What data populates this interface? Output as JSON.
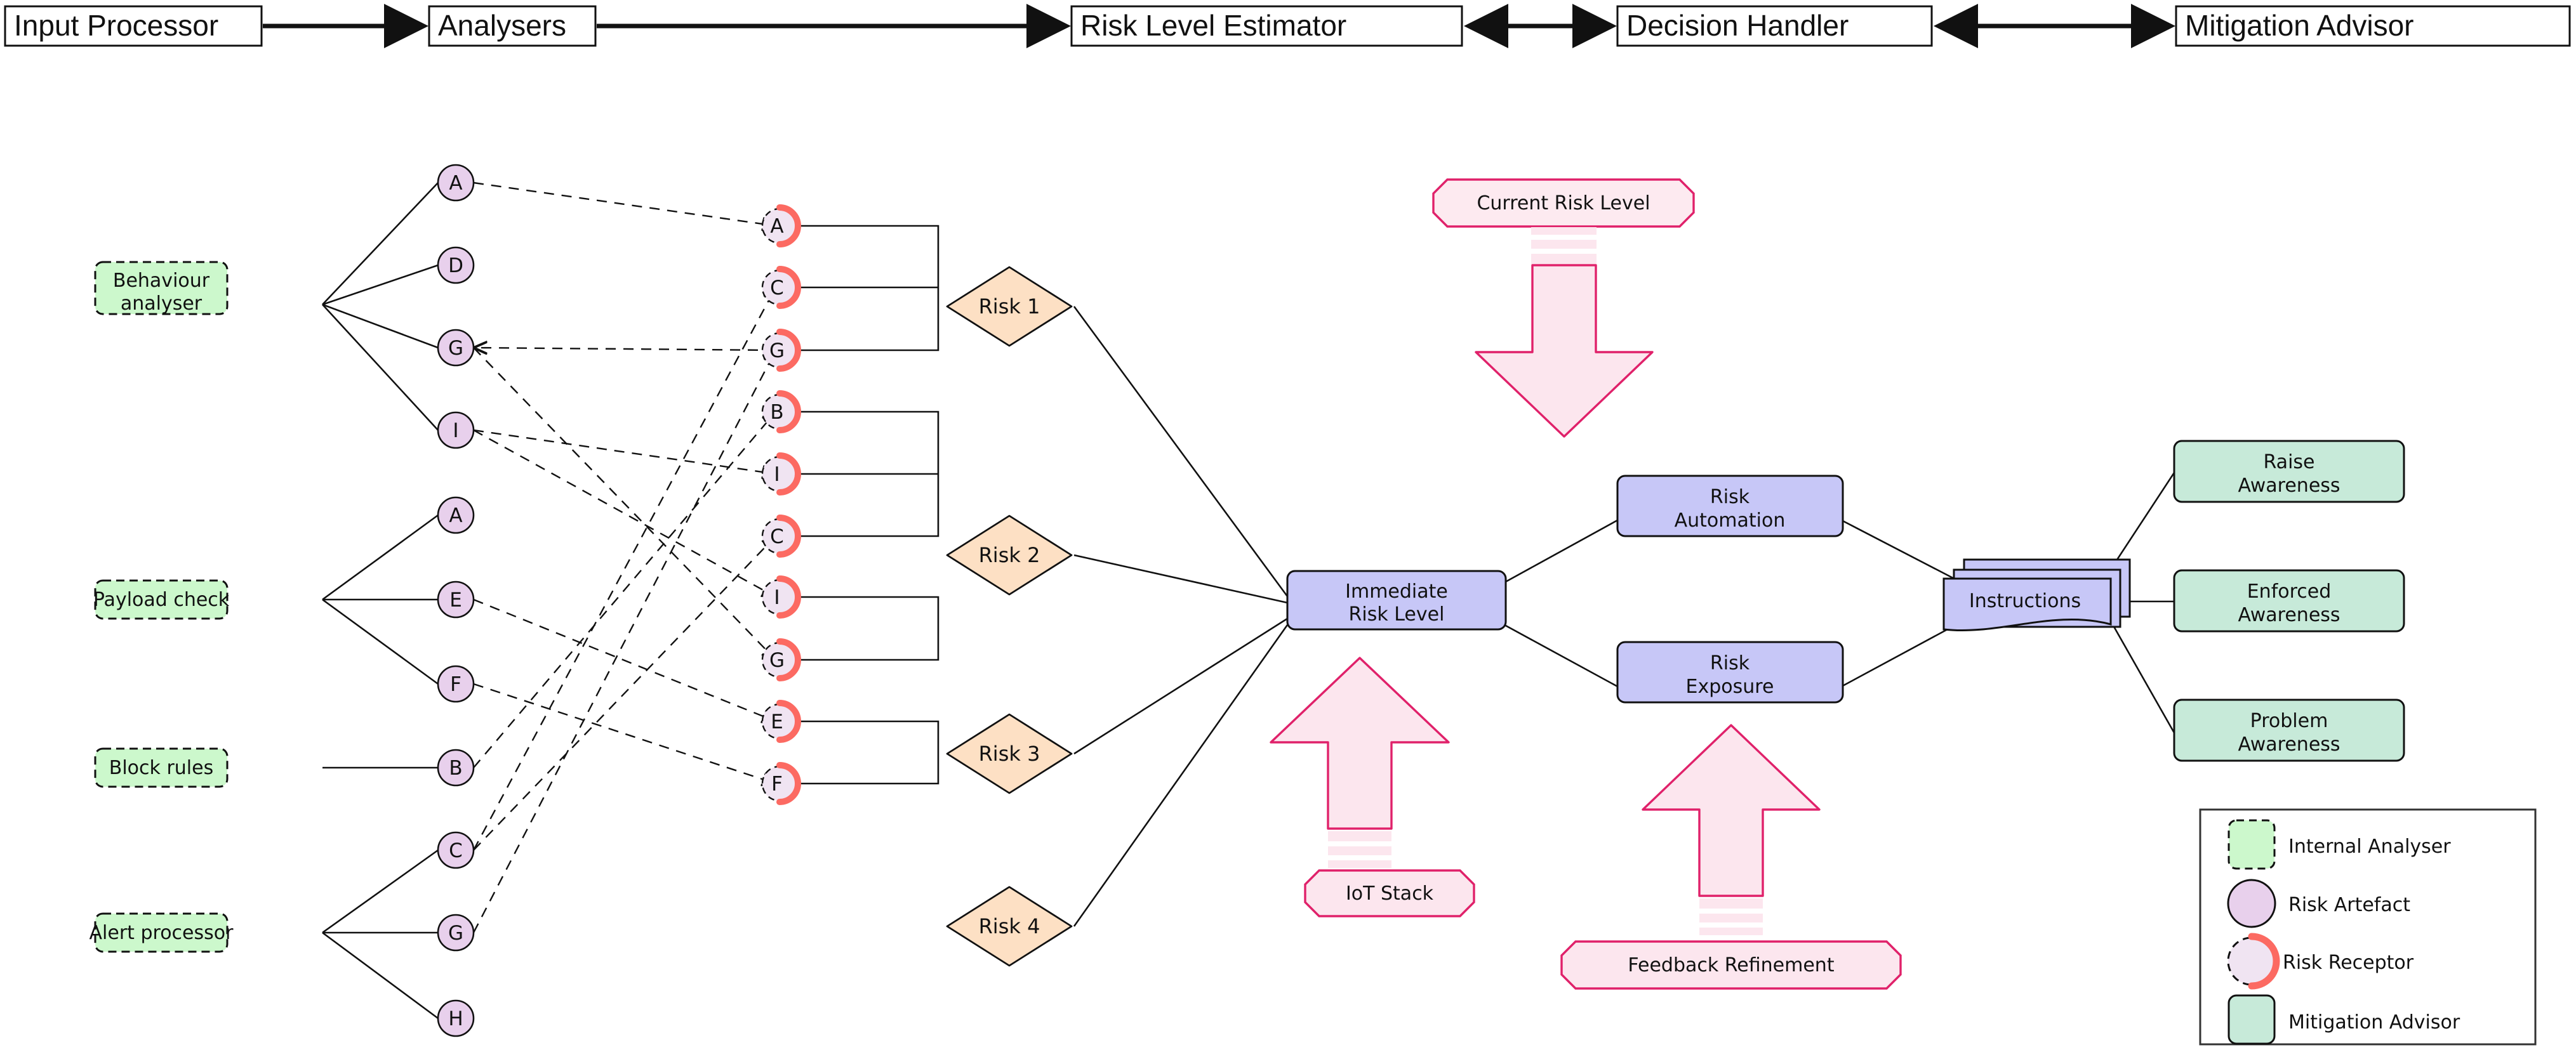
{
  "pipeline": {
    "stages": [
      {
        "id": "input-processor",
        "label": "Input Processor"
      },
      {
        "id": "analysers",
        "label": "Analysers"
      },
      {
        "id": "risk-level-estimator",
        "label": "Risk Level Estimator"
      },
      {
        "id": "decision-handler",
        "label": "Decision Handler"
      },
      {
        "id": "mitigation-advisor",
        "label": "Mitigation Advisor"
      }
    ],
    "connectors": [
      {
        "from": "input-processor",
        "to": "analysers",
        "style": "single"
      },
      {
        "from": "analysers",
        "to": "risk-level-estimator",
        "style": "single"
      },
      {
        "from": "risk-level-estimator",
        "to": "decision-handler",
        "style": "double"
      },
      {
        "from": "decision-handler",
        "to": "mitigation-advisor",
        "style": "double"
      }
    ]
  },
  "analysers": [
    {
      "id": "behaviour-analyser",
      "label": "Behaviour\nanalyser",
      "line1": "Behaviour",
      "line2": "analyser"
    },
    {
      "id": "payload-check",
      "label": "Payload check",
      "line1": "Payload check",
      "line2": ""
    },
    {
      "id": "block-rules",
      "label": "Block rules",
      "line1": "Block rules",
      "line2": ""
    },
    {
      "id": "alert-processor",
      "label": "Alert processor",
      "line1": "Alert processor",
      "line2": ""
    }
  ],
  "artefacts": [
    {
      "id": "artefact-a1",
      "label": "A",
      "source": "behaviour-analyser"
    },
    {
      "id": "artefact-d",
      "label": "D",
      "source": "behaviour-analyser"
    },
    {
      "id": "artefact-g1",
      "label": "G",
      "source": "behaviour-analyser"
    },
    {
      "id": "artefact-i",
      "label": "I",
      "source": "behaviour-analyser"
    },
    {
      "id": "artefact-a2",
      "label": "A",
      "source": "payload-check"
    },
    {
      "id": "artefact-e",
      "label": "E",
      "source": "payload-check"
    },
    {
      "id": "artefact-f",
      "label": "F",
      "source": "payload-check"
    },
    {
      "id": "artefact-b",
      "label": "B",
      "source": "block-rules"
    },
    {
      "id": "artefact-c",
      "label": "C",
      "source": "alert-processor"
    },
    {
      "id": "artefact-g2",
      "label": "G",
      "source": "alert-processor"
    },
    {
      "id": "artefact-h",
      "label": "H",
      "source": "alert-processor"
    }
  ],
  "receptors": [
    {
      "id": "receptor-a",
      "label": "A",
      "risk": "risk-1"
    },
    {
      "id": "receptor-c1",
      "label": "C",
      "risk": "risk-1"
    },
    {
      "id": "receptor-g1",
      "label": "G",
      "risk": "risk-1"
    },
    {
      "id": "receptor-b",
      "label": "B",
      "risk": "risk-2"
    },
    {
      "id": "receptor-i1",
      "label": "I",
      "risk": "risk-2"
    },
    {
      "id": "receptor-c2",
      "label": "C",
      "risk": "risk-2"
    },
    {
      "id": "receptor-i2",
      "label": "I",
      "risk": "risk-3"
    },
    {
      "id": "receptor-g2",
      "label": "G",
      "risk": "risk-3"
    },
    {
      "id": "receptor-e",
      "label": "E",
      "risk": "risk-4"
    },
    {
      "id": "receptor-f",
      "label": "F",
      "risk": "risk-4"
    }
  ],
  "risks": [
    {
      "id": "risk-1",
      "label": "Risk 1"
    },
    {
      "id": "risk-2",
      "label": "Risk 2"
    },
    {
      "id": "risk-3",
      "label": "Risk 3"
    },
    {
      "id": "risk-4",
      "label": "Risk 4"
    }
  ],
  "estimator": {
    "immediate_risk_level": {
      "line1": "Immediate",
      "line2": "Risk Level"
    },
    "current_risk_level": "Current Risk Level",
    "iot_stack": "IoT Stack",
    "feedback_refinement": "Feedback Refinement"
  },
  "decision": {
    "risk_automation": {
      "line1": "Risk",
      "line2": "Automation"
    },
    "risk_exposure": {
      "line1": "Risk",
      "line2": "Exposure"
    },
    "instructions": "Instructions"
  },
  "mitigation": [
    {
      "id": "raise-awareness",
      "line1": "Raise",
      "line2": "Awareness"
    },
    {
      "id": "enforced-awareness",
      "line1": "Enforced",
      "line2": "Awareness"
    },
    {
      "id": "problem-awareness",
      "line1": "Problem",
      "line2": "Awareness"
    }
  ],
  "legend": {
    "items": [
      {
        "id": "legend-internal-analyser",
        "label": "Internal Analyser",
        "swatch": "dashed-green-rect"
      },
      {
        "id": "legend-risk-artefact",
        "label": "Risk Artefact",
        "swatch": "purple-circle"
      },
      {
        "id": "legend-risk-receptor",
        "label": "Risk Receptor",
        "swatch": "receptor-circle"
      },
      {
        "id": "legend-mitigation-advisor",
        "label": "Mitigation Advisor",
        "swatch": "teal-rect"
      }
    ]
  },
  "colors": {
    "analyser_fill": "#ccf8cc",
    "artefact_fill": "#e8d0ec",
    "receptor_fill": "#f0e4f2",
    "receptor_arc": "#fc6a62",
    "risk_fill": "#fde0c4",
    "decision_fill": "#c7c7f7",
    "mitigation_fill": "#c7ead9",
    "pink_fill": "#fdeaf0",
    "pink_stroke": "#e0216a",
    "stroke": "#1a1a1a"
  }
}
